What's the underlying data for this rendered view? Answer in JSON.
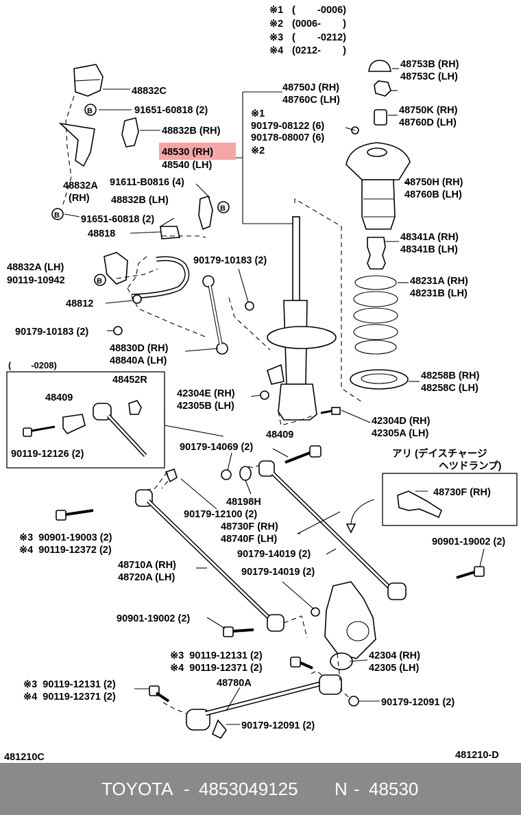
{
  "legend": [
    {
      "key": "※1",
      "range": "(        -0006)"
    },
    {
      "key": "※2",
      "range": "(0006-        )"
    },
    {
      "key": "※3",
      "range": "(        -0212)"
    },
    {
      "key": "※4",
      "range": "(0212-        )"
    }
  ],
  "parts": {
    "p48753": [
      "48753B (RH)",
      "48753C (LH)"
    ],
    "p48832C": "48832C",
    "p48750J": [
      "48750J (RH)",
      "48760C (LH)"
    ],
    "p91651a": "91651-60818 (2)",
    "p48750K": [
      "48750K (RH)",
      "48760D (LH)"
    ],
    "p48832B_rh": "48832B (RH)",
    "p90179_08122": [
      "※1",
      "90179-08122 (6)",
      "90178-08007 (6)"
    ],
    "p48530": "48530 (RH)",
    "p48540": "48540 (LH)",
    "p48530_note": "※2",
    "p48832A_rh": [
      "48832A",
      "(RH)"
    ],
    "p91611": "91611-B0816 (4)",
    "p48750H": [
      "48750H (RH)",
      "48760B (LH)"
    ],
    "p48832B_lh": "48832B (LH)",
    "p91651b": "91651-60818 (2)",
    "p48818": "48818",
    "p48341": [
      "48341A (RH)",
      "48341B (LH)"
    ],
    "p48832A_lh": "48832A (LH)",
    "p90119_10942": "90119-10942",
    "p90179_10183a": "90179-10183 (2)",
    "p48231": [
      "48231A (RH)",
      "48231B (LH)"
    ],
    "p48812": "48812",
    "p90179_10183b": "90179-10183 (2)",
    "p48830D": [
      "48830D (RH)",
      "48840A (LH)"
    ],
    "p48258": [
      "48258B (RH)",
      "48258C (LH)"
    ],
    "inset_range": "(        -0208)",
    "p48452R": "48452R",
    "p48409a": "48409",
    "p90119_12126": "90119-12126 (2)",
    "p42304E": [
      "42304E (RH)",
      "42305B (LH)"
    ],
    "p42304D": [
      "42304D (RH)",
      "42305A (LH)"
    ],
    "p48409b": "48409",
    "p90179_14069": "90179-14069 (2)",
    "p_ari": [
      "アリ (デイスチャージ",
      "ヘツドランプ)"
    ],
    "p48730F_rh": "48730F (RH)",
    "p48198H": "48198H",
    "p90179_12100": "90179-12100 (2)",
    "p90901_19003": [
      "※3  90901-19003 (2)",
      "※4  90119-12372 (2)"
    ],
    "p48730F": [
      "48730F (RH)",
      "48740F (LH)"
    ],
    "p90179_14019a": "90179-14019 (2)",
    "p90901_19002a": "90901-19002 (2)",
    "p48710A": [
      "48710A (RH)",
      "48720A (LH)"
    ],
    "p90179_14019b": "90179-14019 (2)",
    "p90901_19002b": "90901-19002 (2)",
    "p90119_12131a": [
      "※3  90119-12131 (2)",
      "※4  90119-12371 (2)"
    ],
    "p42304": [
      "42304 (RH)",
      "42305 (LH)"
    ],
    "p48780A": "48780A",
    "p90119_12131b": [
      "※3  90119-12131 (2)",
      "※4  90119-12371 (2)"
    ],
    "p90179_12091a": "90179-12091 (2)",
    "p90179_12091b": "90179-12091 (2)"
  },
  "codes": {
    "left": "481210C",
    "right": "481210-D"
  },
  "footer": {
    "brand": "TOYOTA",
    "sep1": "-",
    "part_number": "4853049125",
    "n_label": "N",
    "sep2": "-",
    "n_code": "48530"
  },
  "colors": {
    "highlight": "#f4a6a6",
    "footer_bg": "#8a8a8a"
  }
}
